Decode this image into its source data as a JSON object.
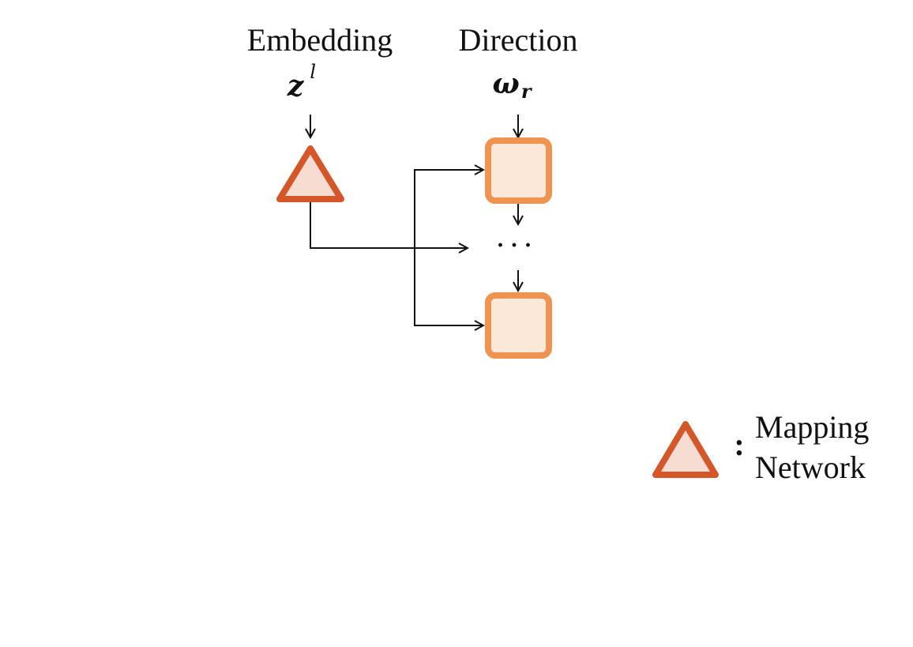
{
  "diagram": {
    "embedding": {
      "label": "Embedding",
      "symbol": "z",
      "superscript": "l"
    },
    "direction": {
      "label": "Direction",
      "symbol": "ω",
      "subscript": "r"
    },
    "ellipsis": "· · ·",
    "legend": {
      "colon": ":",
      "line1": "Mapping",
      "line2": "Network"
    },
    "colors": {
      "mapping_network_stroke": "#d4572a",
      "mapping_network_fill": "#f6dcd3",
      "block_stroke": "#ef9350",
      "block_fill": "#fbe8d8",
      "arrow": "#111111"
    },
    "icons": {
      "mapping_network": "triangle",
      "block": "rounded-square"
    }
  }
}
